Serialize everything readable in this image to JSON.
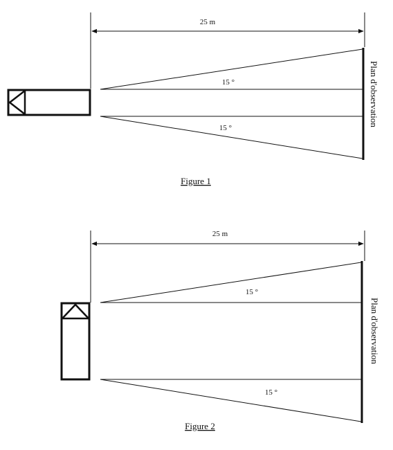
{
  "figure1": {
    "distance_label": "25 m",
    "angle_upper": "15 °",
    "angle_lower": "15 °",
    "plane_label": "Plan d'observation",
    "caption": "Figure 1"
  },
  "figure2": {
    "distance_label": "25 m",
    "angle_upper": "15 °",
    "angle_lower": "15 °",
    "plane_label": "Plan d'observation",
    "caption": "Figure 2"
  }
}
